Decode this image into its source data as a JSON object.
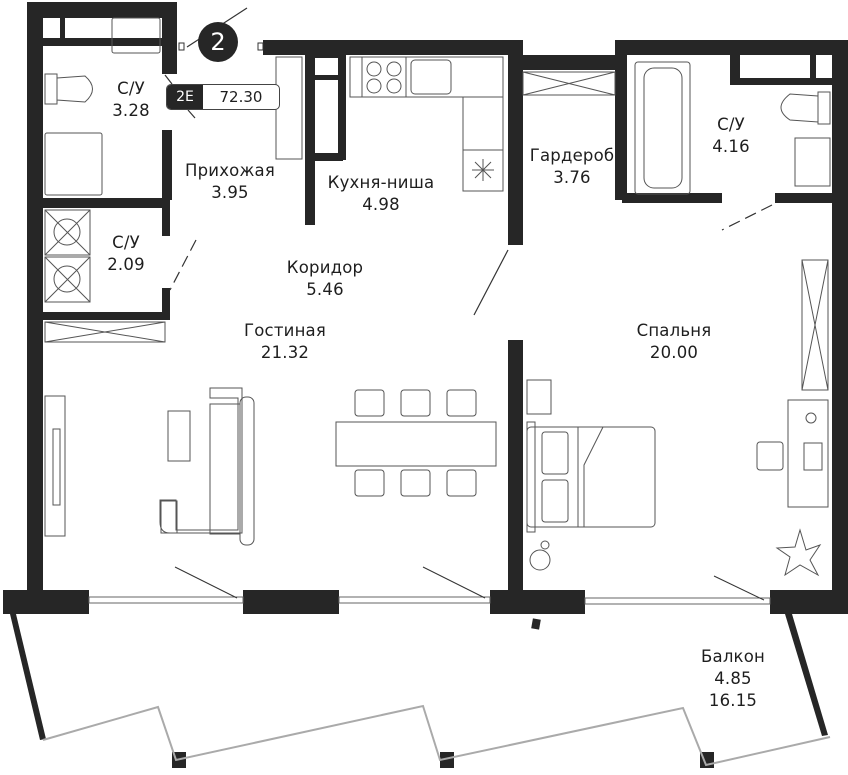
{
  "plan": {
    "apartment_number": "2",
    "apartment_type": "2E",
    "total_area": "72.30",
    "colors": {
      "wall": "#262626",
      "furniture": "#555555",
      "background": "#ffffff",
      "label": "#1e1e1e"
    }
  },
  "rooms": [
    {
      "id": "bathroom-1",
      "name": "С/У",
      "area": "3.28"
    },
    {
      "id": "hallway",
      "name": "Прихожая",
      "area": "3.95"
    },
    {
      "id": "kitchen-niche",
      "name": "Кухня-ниша",
      "area": "4.98"
    },
    {
      "id": "wardrobe",
      "name": "Гардероб",
      "area": "3.76"
    },
    {
      "id": "bathroom-3",
      "name": "С/У",
      "area": "4.16"
    },
    {
      "id": "bathroom-2",
      "name": "С/У",
      "area": "2.09"
    },
    {
      "id": "corridor",
      "name": "Коридор",
      "area": "5.46"
    },
    {
      "id": "living-room",
      "name": "Гостиная",
      "area": "21.32"
    },
    {
      "id": "bedroom",
      "name": "Спальня",
      "area": "20.00"
    },
    {
      "id": "balcony",
      "name": "Балкон",
      "area": "4.85",
      "area_full": "16.15"
    }
  ]
}
